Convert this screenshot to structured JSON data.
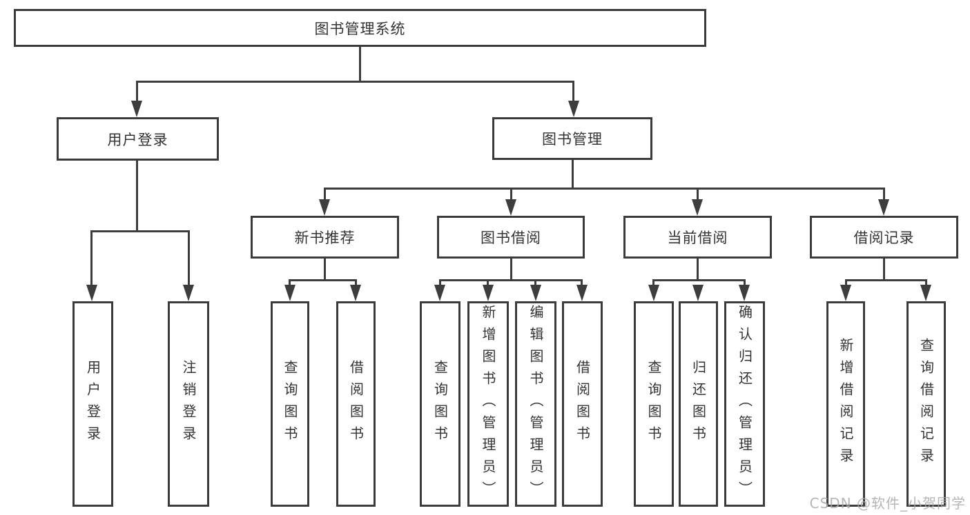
{
  "diagram": {
    "title": "图书管理系统",
    "level2": [
      {
        "label": "用户登录"
      },
      {
        "label": "图书管理"
      }
    ],
    "level3": [
      {
        "label": "新书推荐",
        "parent": "图书管理"
      },
      {
        "label": "图书借阅",
        "parent": "图书管理"
      },
      {
        "label": "当前借阅",
        "parent": "图书管理"
      },
      {
        "label": "借阅记录",
        "parent": "图书管理"
      }
    ],
    "leaves": [
      {
        "label": "用户登录",
        "parent": "用户登录"
      },
      {
        "label": "注销登录",
        "parent": "用户登录"
      },
      {
        "label": "查询图书",
        "parent": "新书推荐"
      },
      {
        "label": "借阅图书",
        "parent": "新书推荐"
      },
      {
        "label": "查询图书",
        "parent": "图书借阅"
      },
      {
        "label": "新增图书（管理员）",
        "parent": "图书借阅"
      },
      {
        "label": "编辑图书（管理员）",
        "parent": "图书借阅"
      },
      {
        "label": "借阅图书",
        "parent": "图书借阅"
      },
      {
        "label": "查询图书",
        "parent": "当前借阅"
      },
      {
        "label": "归还图书",
        "parent": "当前借阅"
      },
      {
        "label": "确认归还（管理员）",
        "parent": "当前借阅"
      },
      {
        "label": "新增借阅记录",
        "parent": "借阅记录"
      },
      {
        "label": "查询借阅记录",
        "parent": "借阅记录"
      }
    ],
    "colors": {
      "line": "#3d3d3d",
      "border": "#3b3b3b",
      "text": "#333333",
      "background": "#ffffff",
      "watermark_gray": "#a9a9a9"
    }
  },
  "watermark": {
    "text": "CSDN @软件_小贺同学"
  }
}
